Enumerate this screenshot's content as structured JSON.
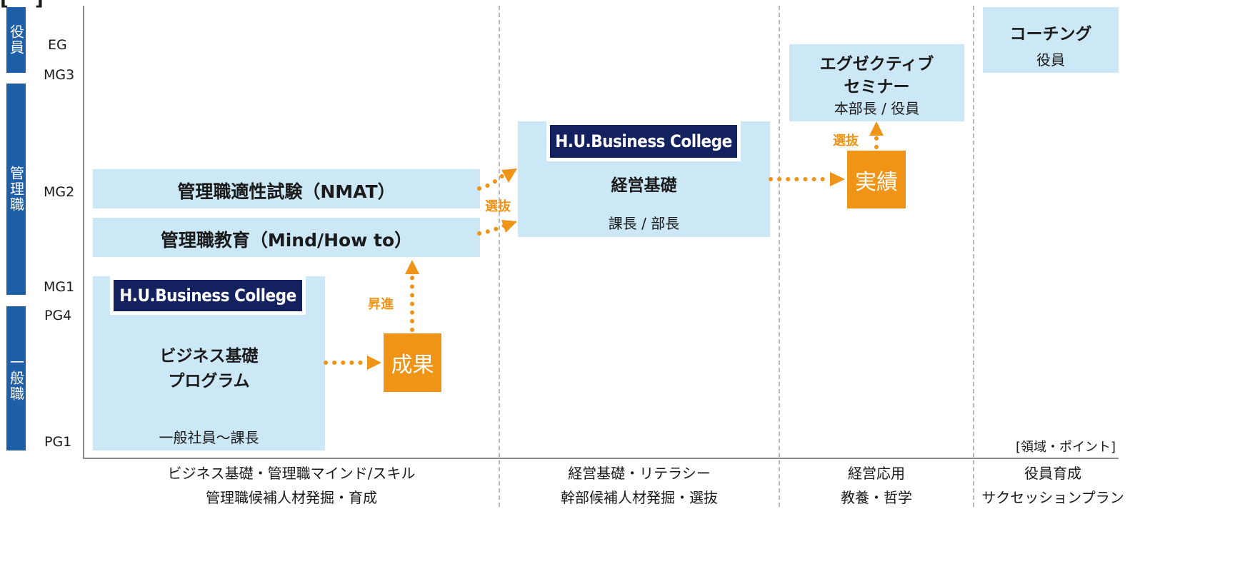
{
  "top_cut_label": "[ ]",
  "side_bands": {
    "executive": "役員",
    "management": "管理職",
    "general": "一般職"
  },
  "grades": {
    "eg": "EG",
    "mg3": "MG3",
    "mg2": "MG2",
    "mg1": "MG1",
    "pg4": "PG4",
    "pg1": "PG1"
  },
  "boxes": {
    "nmat": "管理職適性試験（NMAT）",
    "mind_howto": "管理職教育（Mind/How to）",
    "business_basics": {
      "badge": "H.U.Business College",
      "title_line1": "ビジネス基礎",
      "title_line2": "プログラム",
      "target": "一般社員～課長"
    },
    "management_basics": {
      "badge": "H.U.Business College",
      "title": "経営基礎",
      "target": "課長 / 部長"
    },
    "executive_seminar": {
      "title_line1": "エグゼクティブ",
      "title_line2": "セミナー",
      "target": "本部長 / 役員"
    },
    "coaching": {
      "title": "コーチング",
      "target": "役員"
    }
  },
  "milestones": {
    "results": "成果",
    "achievements": "実績"
  },
  "arrow_labels": {
    "promotion": "昇進",
    "selection_1": "選抜",
    "selection_2": "選抜"
  },
  "note": "[領域・ポイント]",
  "footer_columns": [
    {
      "line1": "ビジネス基礎・管理職マインド/スキル",
      "line2": "管理職候補人材発掘・育成"
    },
    {
      "line1": "経営基礎・リテラシー",
      "line2": "幹部候補人材発掘・選抜"
    },
    {
      "line1": "経営応用",
      "line2": "教養・哲学"
    },
    {
      "line1": "役員育成",
      "line2": "サクセッションプラン"
    }
  ],
  "colors": {
    "band_blue": "#1f5fa8",
    "box_light_blue": "#cce8f7",
    "badge_navy": "#13215e",
    "accent_orange": "#f09418"
  }
}
